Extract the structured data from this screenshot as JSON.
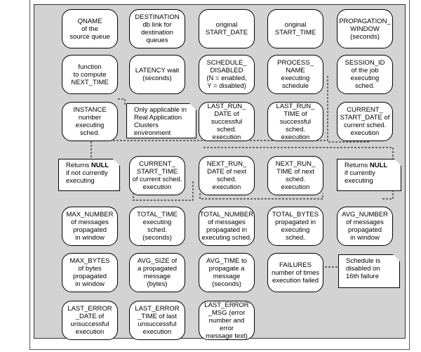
{
  "boxes": [
    "QNAME\nof the\nsource queue",
    "DESTINATION\ndb link for\ndestination\nqueues",
    "original\nSTART_DATE",
    "original\nSTART_TIME",
    "PROPAGATION_\nWINDOW\n(seconds)",
    "function\nto compute\nNEXT_TIME",
    "LATENCY wait\n(seconds)",
    "SCHEDULE_\nDISABLED\n(N = enabled,\nY = disabled)",
    "PROCESS_\nNAME\nexecuting\nschedule",
    "SESSION_ID\nof the job\nexecuting\nsched.",
    "INSTANCE\nnumber\nexecuting\nsched.",
    "LAST_RUN_\nDATE of\nsuccessful sched.\nexecution",
    "LAST_RUN_\nTIME of\nsuccessful sched.\nexecution",
    "CURRENT_\nSTART_DATE of\ncurrent sched.\nexecution",
    "CURRENT_\nSTART_TIME\nof current sched.\nexecution",
    "NEXT_RUN_\nDATE of next\nsched.\nexecution",
    "NEXT_RUN_\nTIME of next\nsched.\nexecution",
    "MAX_NUMBER\nof messages\npropagated\nin window",
    "TOTAL_TIME\nexecuting\nsched.\n(seconds)",
    "TOTAL_NUMBER\nof messages\npropagated in\nexecuting sched.",
    "TOTAL_BYTES\npropagated in\nexecuting\nsched.",
    "AVG_NUMBER\nof messages\npropagated\nin window",
    "MAX_BYTES\nof bytes\npropagated\nin window",
    "AVG_SIZE of\na propagated\nmessage\n(bytes)",
    "AVG_TIME to\npropagate a\nmessage\n(seconds)",
    "FAILURES\nnumber of times\nexecution failed",
    "LAST_ERROR\n_DATE of\nunsuccessful\nexecution",
    "LAST_ERROR\n_TIME of last\nunsuccessful\nexecution",
    "LAST_ERROR\n_MSG (error\nnumber and error\nmessage text)"
  ],
  "notes": {
    "rac": "Only applicable in\nReal Application\nClusters\nenvironment",
    "null_a": "Returns",
    "null_b": "NULL",
    "null_c": "\nif not currently\nexecuting",
    "curr_a": "Returns",
    "curr_b": "NULL",
    "curr_c": "\nif currently\nexecuting",
    "failure": "Schedule is\ndisabled on\n16th failure"
  }
}
